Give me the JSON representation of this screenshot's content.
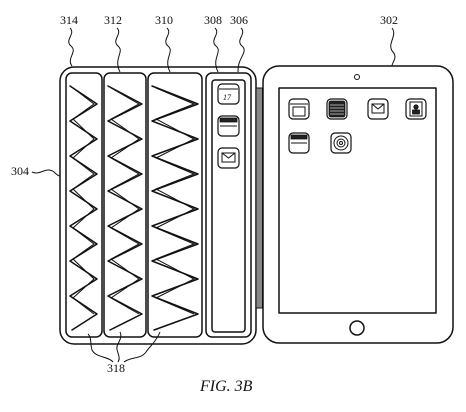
{
  "figure": {
    "caption": "FIG. 3B"
  },
  "labels": {
    "device": "302",
    "cover": "304",
    "panel_sensor": "306",
    "icon_panel": "308",
    "panel_third": "310",
    "panel_second": "312",
    "panel_first": "314",
    "folds": "318"
  },
  "icons": {
    "calendar_day": "17"
  }
}
